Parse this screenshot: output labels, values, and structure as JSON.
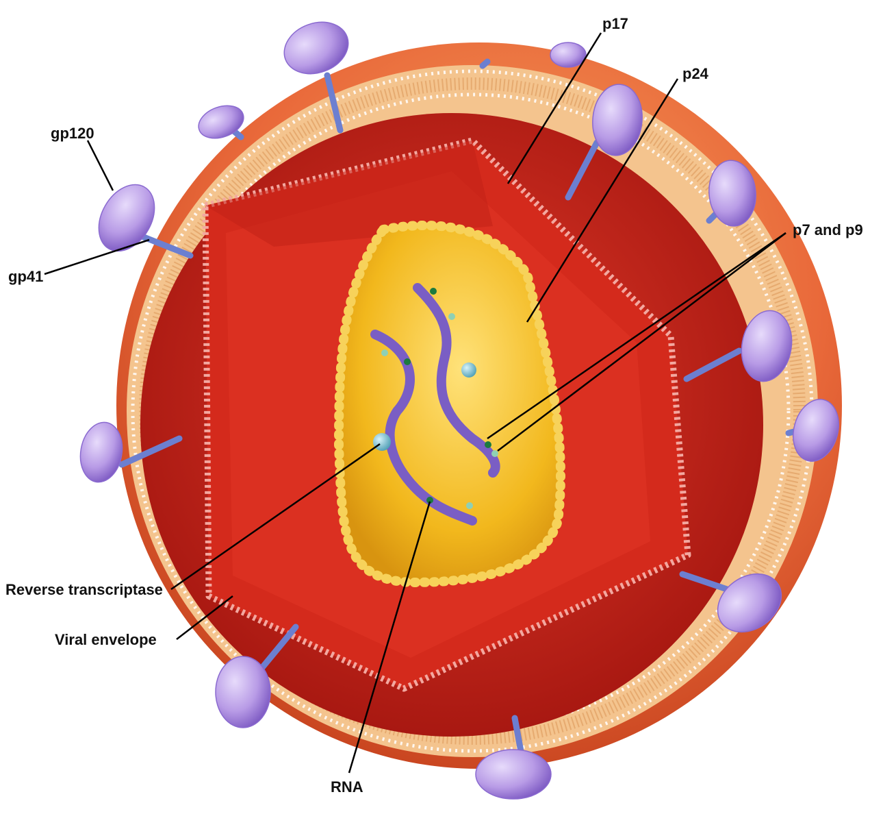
{
  "labels": {
    "gp120": "gp120",
    "gp41": "gp41",
    "p17": "p17",
    "p24": "p24",
    "p7_p9": "p7 and p9",
    "reverse_transcriptase": "Reverse transcriptase",
    "viral_envelope": "Viral envelope",
    "rna": "RNA"
  },
  "colors": {
    "background": "#ffffff",
    "outer_sphere": "#e9693a",
    "membrane": "#f4c48e",
    "matrix": "#cf2a1f",
    "capsid": "#f2b81d",
    "capsid_beads": "#f7d25a",
    "rna": "#7a5ec4",
    "spike_cap": "#b89be6",
    "spike_stalk": "#6c7fd0",
    "enzyme": "#6fb8cc",
    "protein_dot": "#1c7a3e",
    "leader_line": "#000000"
  }
}
